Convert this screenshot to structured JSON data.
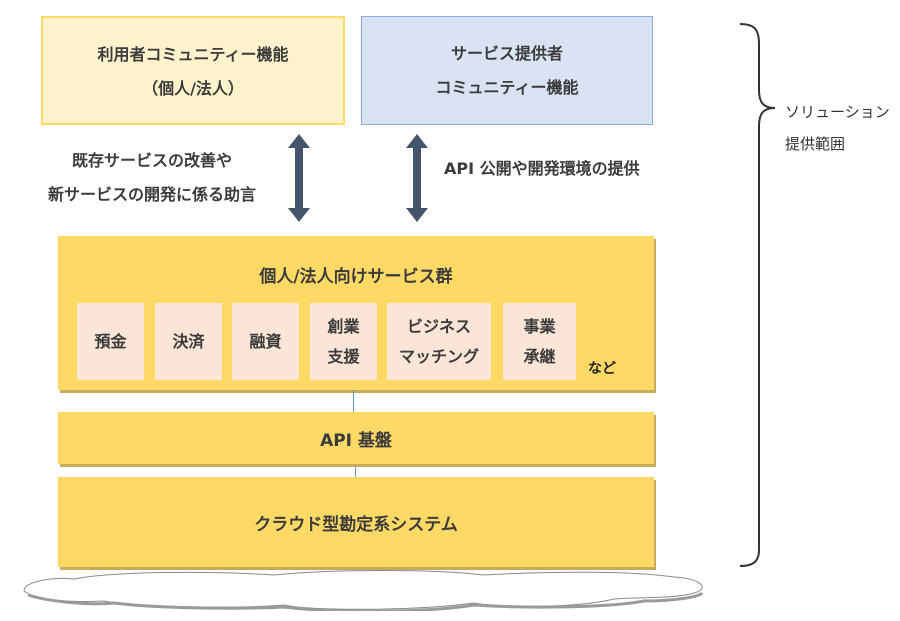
{
  "top_boxes": {
    "user_community": {
      "line1": "利用者コミュニティー機能",
      "line2": "（個人/法人）"
    },
    "provider_community": {
      "line1": "サービス提供者",
      "line2": "コミュニティー機能"
    }
  },
  "arrows": {
    "left_label": {
      "line1": "既存サービスの改善や",
      "line2": "新サービスの開発に係る助言"
    },
    "right_label": "API 公開や開発環境の提供"
  },
  "services_layer": {
    "title": "個人/法人向けサービス群",
    "items": [
      {
        "line1": "預金",
        "line2": ""
      },
      {
        "line1": "決済",
        "line2": ""
      },
      {
        "line1": "融資",
        "line2": ""
      },
      {
        "line1": "創業",
        "line2": "支援"
      },
      {
        "line1": "ビジネス",
        "line2": "マッチング"
      },
      {
        "line1": "事業",
        "line2": "承継"
      }
    ],
    "etc_label": "など"
  },
  "api_layer": {
    "label": "API 基盤"
  },
  "core_layer": {
    "label": "クラウド型勘定系システム"
  },
  "scope": {
    "line1": "ソリューション",
    "line2": "提供範囲"
  },
  "colors": {
    "user_box_fill": "#fff2cc",
    "user_box_border": "#ffd966",
    "provider_box_fill": "#dae3f3",
    "provider_box_border": "#8faadc",
    "layer_fill": "#ffd966",
    "service_item_fill": "#fbe5d6",
    "arrow_fill": "#44546a",
    "connector": "#5b9bd5"
  }
}
